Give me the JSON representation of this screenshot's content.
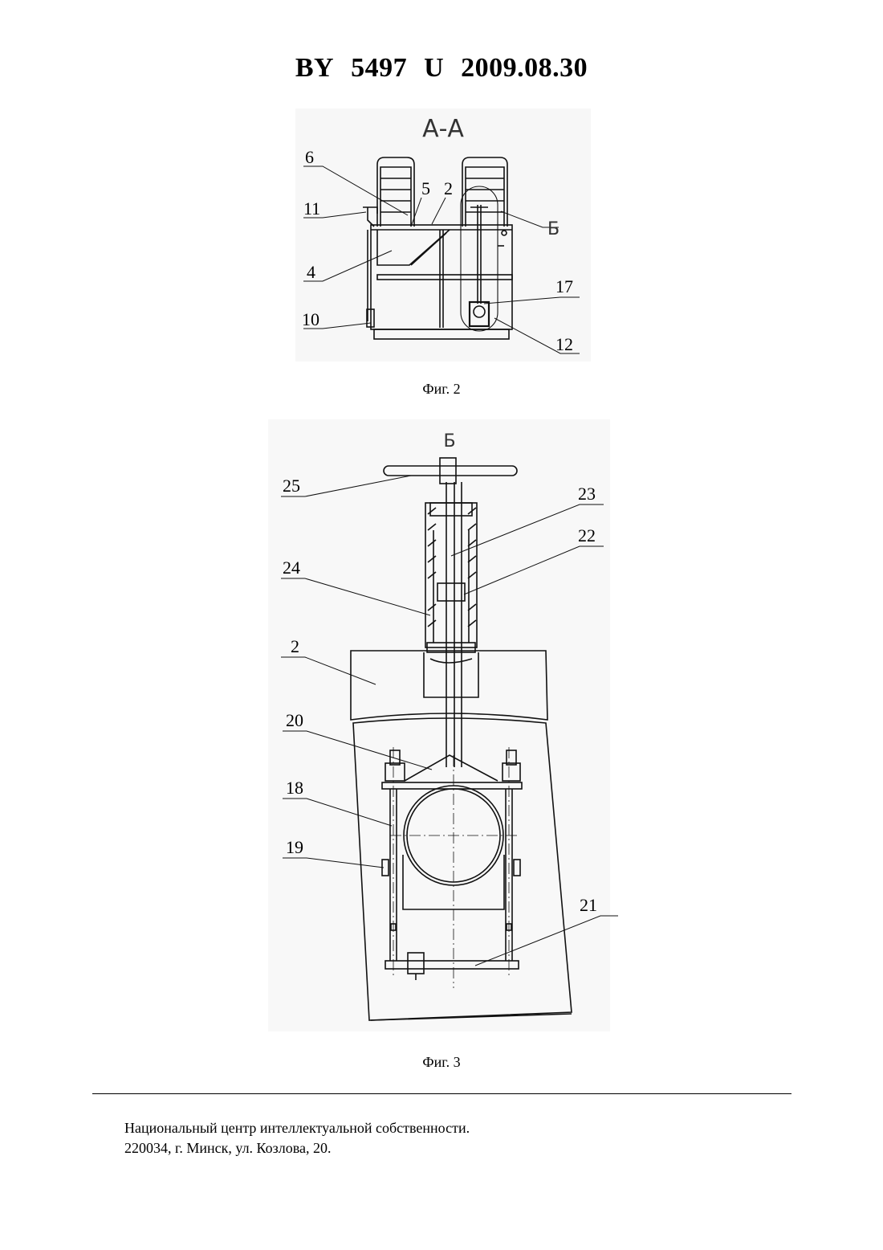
{
  "header": {
    "country": "BY",
    "number": "5497",
    "kind": "U",
    "date": "2009.08.30"
  },
  "figure2": {
    "section_label": "А-А",
    "view_label": "Б",
    "callouts": [
      "6",
      "5",
      "2",
      "11",
      "4",
      "10",
      "17",
      "12"
    ],
    "caption": "Фиг. 2"
  },
  "figure3": {
    "view_label": "Б",
    "callouts": [
      "25",
      "23",
      "22",
      "24",
      "2",
      "20",
      "18",
      "19",
      "21"
    ],
    "caption": "Фиг. 3"
  },
  "footer": {
    "line1": "Национальный центр интеллектуальной собственности.",
    "line2": "220034, г. Минск, ул. Козлова, 20."
  }
}
